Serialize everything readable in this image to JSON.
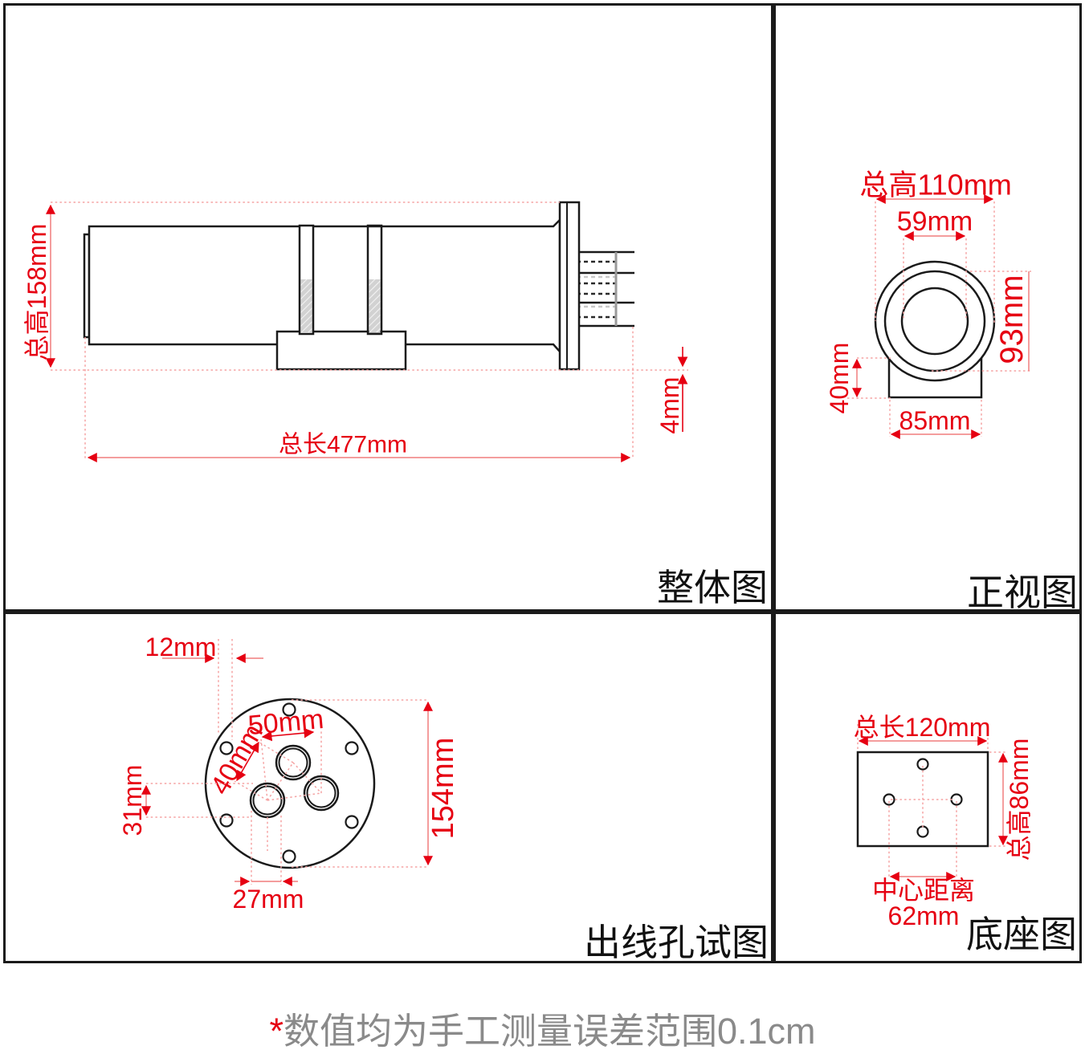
{
  "panels": {
    "overall": {
      "title": "整体图",
      "dim_height": "总高158mm",
      "dim_length": "总长477mm",
      "dim_gap": "4mm"
    },
    "front": {
      "title": "正视图",
      "dim_total_height": "总高110mm",
      "dim_lens": "59mm",
      "dim_body": "93mm",
      "dim_base_height": "40mm",
      "dim_base_width": "85mm"
    },
    "outlet": {
      "title": "出线孔试图",
      "dim_edge": "12mm",
      "dim_span": "50mm",
      "dim_pitch": "40mm",
      "dim_hole": "31mm",
      "dim_offset": "27mm",
      "dim_flange": "154mm"
    },
    "base": {
      "title": "底座图",
      "dim_length": "总长120mm",
      "dim_height": "总高86mm",
      "dim_center_label": "中心距离",
      "dim_center_value": "62mm"
    }
  },
  "footnote": {
    "marker": "*",
    "text": "数值均为手工测量误差范围0.1cm"
  },
  "colors": {
    "dimension_red": "#e60012",
    "helper_pink": "#f5a3a3",
    "outline_black": "#1a1a1a",
    "note_gray": "#8a8a8a"
  }
}
